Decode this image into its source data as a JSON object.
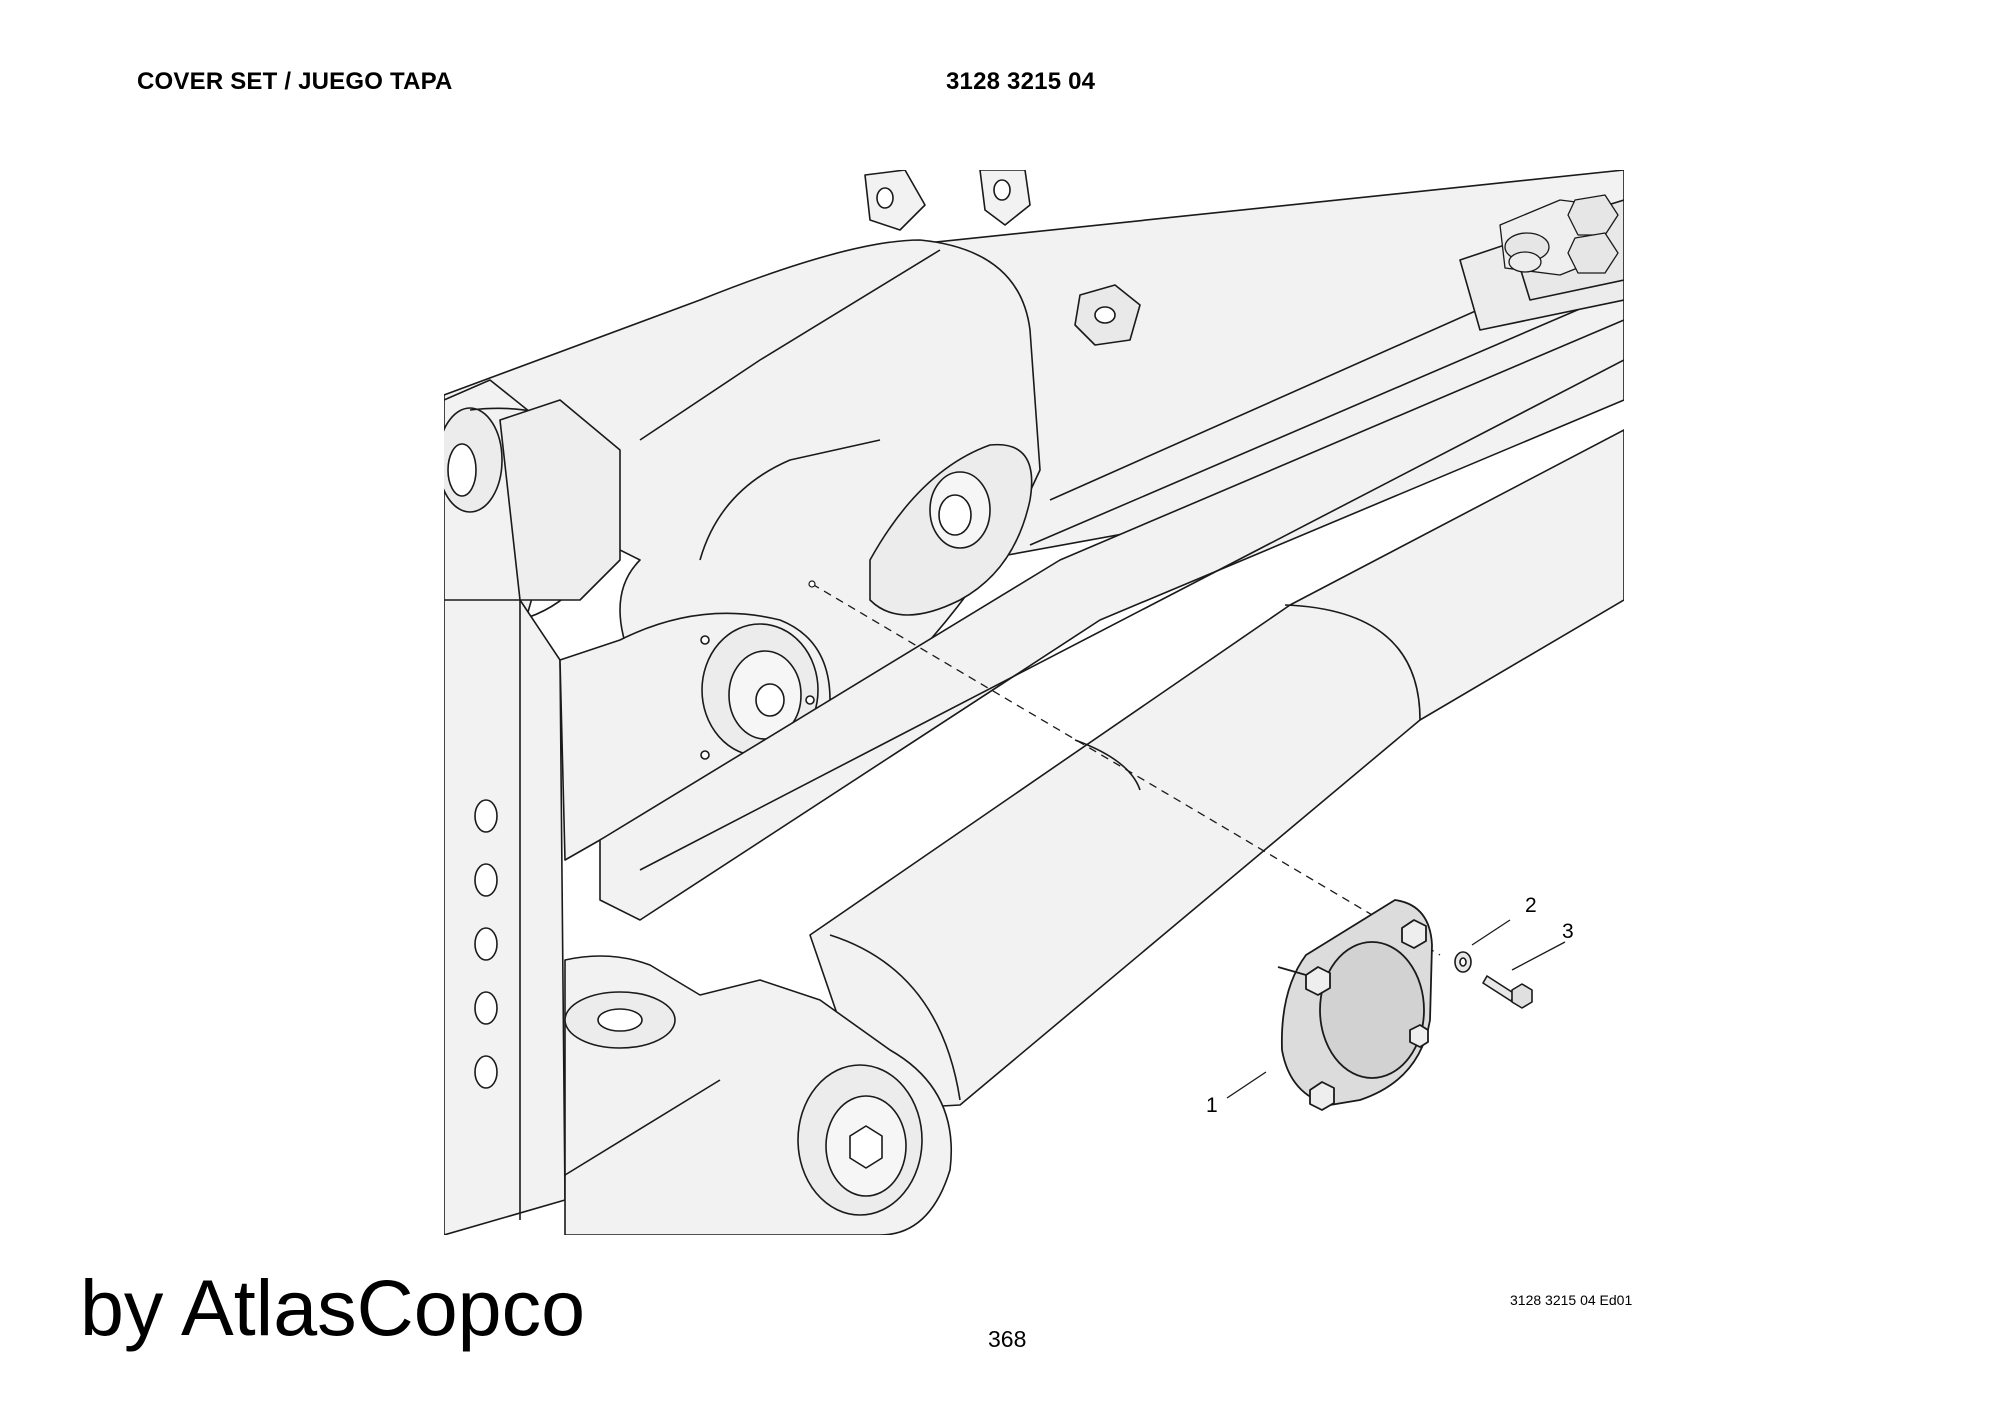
{
  "header": {
    "title": "COVER SET / JUEGO TAPA",
    "part_number": "3128 3215 04"
  },
  "illustration": {
    "callouts": [
      "1",
      "2",
      "3"
    ]
  },
  "footer": {
    "brand": "by AtlasCopco",
    "page_number": "368",
    "edition": "3128 3215 04 Ed01"
  },
  "colors": {
    "line": "#1a1a1a",
    "fill": "#f2f2f2",
    "highlight": "#dcdcdc"
  }
}
